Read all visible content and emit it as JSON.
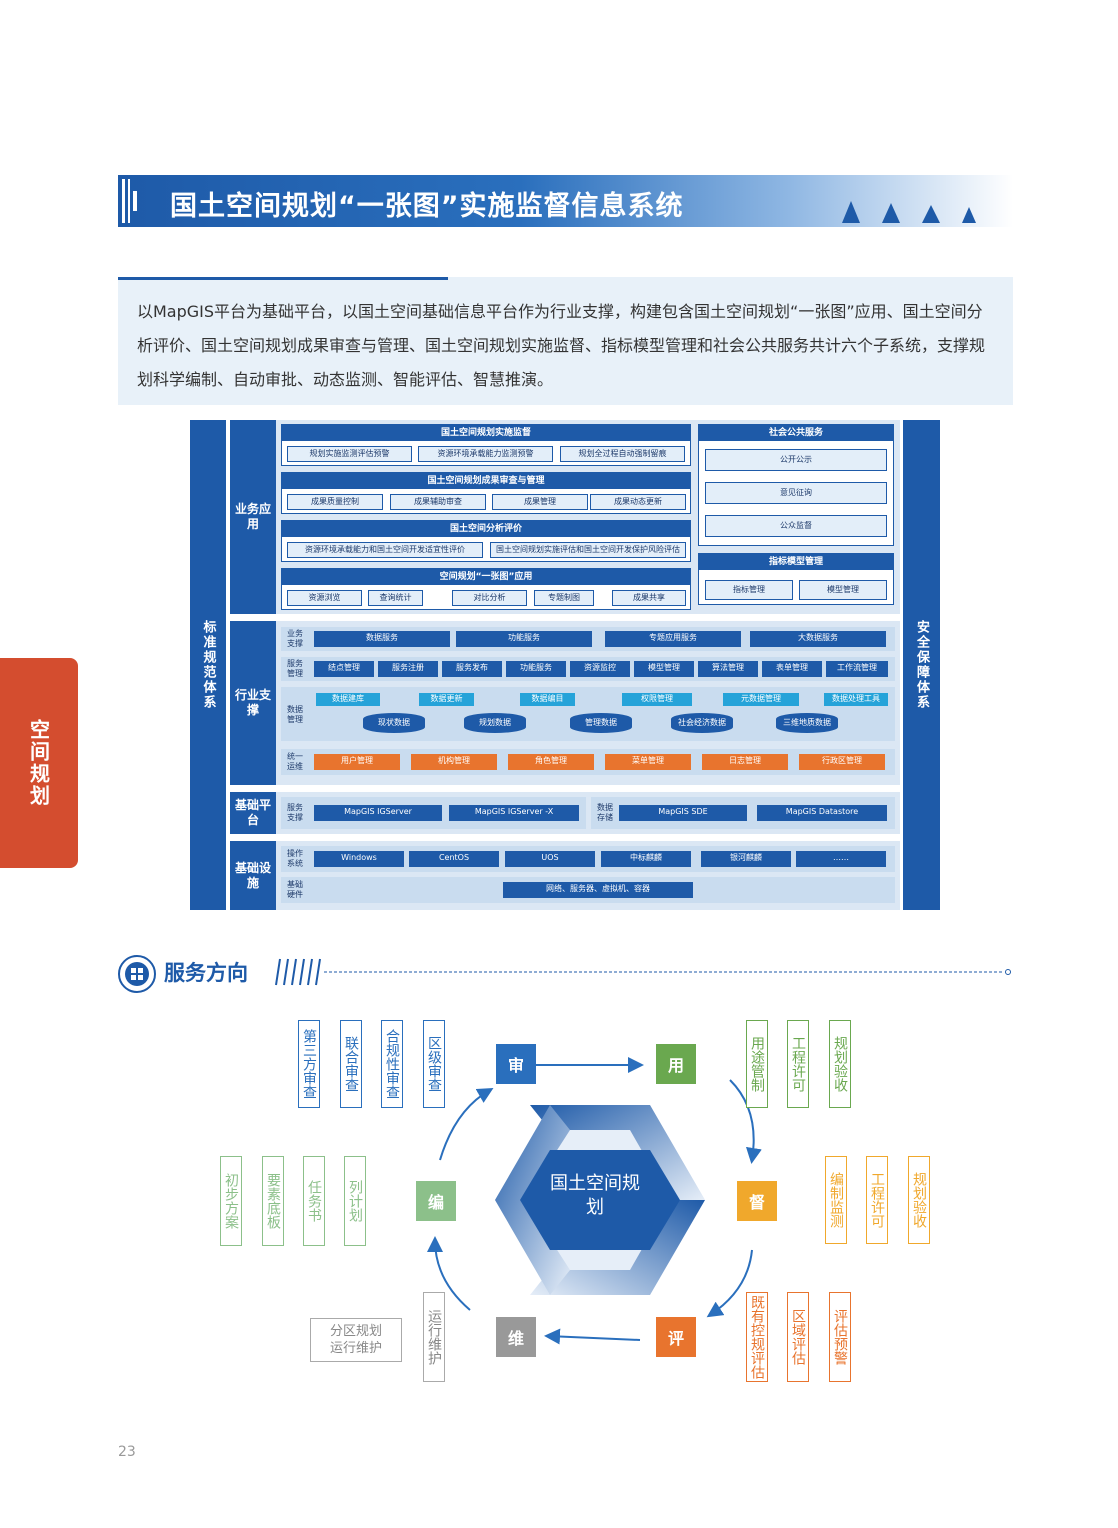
{
  "header": {
    "title": "国土空间规划“一张图”实施监督信息系统"
  },
  "intro": {
    "text": "以MapGIS平台为基础平台，以国土空间基础信息平台作为行业支撑，构建包含国土空间规划“一张图”应用、国土空间分析评价、国土空间规划成果审查与管理、国土空间规划实施监督、指标模型管理和社会公共服务共计六个子系统，支撑规划科学编制、自动审批、动态监测、智能评估、智慧推演。"
  },
  "arch": {
    "left_col": "标准规范体系",
    "right_col": "安全保障体系",
    "layers": {
      "business": "业务应用",
      "industry": "行业支撑",
      "base_platform": "基础平台",
      "infra": "基础设施"
    },
    "biz_groups": [
      {
        "title": "国土空间规划实施监督",
        "items": [
          "规划实施监测评估预警",
          "资源环境承载能力监测预警",
          "规划全过程自动强制留痕"
        ]
      },
      {
        "title": "国土空间规划成果审查与管理",
        "items": [
          "成果质量控制",
          "成果辅助审查",
          "成果管理",
          "成果动态更新"
        ]
      },
      {
        "title": "国土空间分析评价",
        "items": [
          "资源环境承载能力和国土空间开发适宜性评价",
          "国土空间规划实施评估和国土空间开发保护风险评估"
        ]
      },
      {
        "title": "空间规划“一张图”应用",
        "items": [
          "资源浏览",
          "查询统计",
          "对比分析",
          "专题制图",
          "成果共享"
        ]
      }
    ],
    "public_service": {
      "title": "社会公共服务",
      "items": [
        "公开公示",
        "意见征询",
        "公众监督"
      ]
    },
    "index_model": {
      "title": "指标模型管理",
      "items": [
        "指标管理",
        "模型管理"
      ]
    },
    "industry_rows": [
      {
        "label": "业务支撑",
        "items": [
          "数据服务",
          "功能服务",
          "专题应用服务",
          "大数据服务"
        ]
      },
      {
        "label": "服务管理",
        "items": [
          "结点管理",
          "服务注册",
          "服务发布",
          "功能服务",
          "资源监控",
          "模型管理",
          "算法管理",
          "表单管理",
          "工作流管理"
        ]
      },
      {
        "label": "数据管理",
        "tools": [
          "数据建库",
          "数据更新",
          "数据编目",
          "权限管理",
          "元数据管理",
          "数据处理工具"
        ],
        "dbs": [
          "现状数据",
          "规划数据",
          "管理数据",
          "社会经济数据",
          "三维地质数据"
        ]
      },
      {
        "label": "统一运维",
        "items": [
          "用户管理",
          "机构管理",
          "角色管理",
          "菜单管理",
          "日志管理",
          "行政区管理"
        ]
      }
    ],
    "platform": {
      "svc_label": "服务支撑",
      "svc": [
        "MapGIS IGServer",
        "MapGIS IGServer -X"
      ],
      "store_label": "数据存储",
      "store": [
        "MapGIS SDE",
        "MapGIS Datastore"
      ]
    },
    "infra": {
      "os_label": "操作系统",
      "os": [
        "Windows",
        "CentOS",
        "UOS",
        "中标麒麟",
        "银河麒麟",
        "……"
      ],
      "hw_label": "基础硬件",
      "hw": "网络、服务器、虚拟机、容器"
    }
  },
  "side_tab": "空间规划",
  "service": {
    "title": "服务方向",
    "center": "国土空间规划",
    "nodes": {
      "shen": {
        "label": "审",
        "color": "#2a6fbd",
        "boxes": [
          "区级审查",
          "合规性审查",
          "联合审查",
          "第三方审查"
        ]
      },
      "yong": {
        "label": "用",
        "color": "#6aa84f",
        "boxes": [
          "用途管制",
          "工程许可",
          "规划验收"
        ]
      },
      "du": {
        "label": "督",
        "color": "#f0a82c",
        "boxes": [
          "编制监测",
          "工程许可",
          "规划验收"
        ]
      },
      "ping": {
        "label": "评",
        "color": "#e8742e",
        "boxes": [
          "既有控规评估",
          "区域评估",
          "评估预警"
        ]
      },
      "wei": {
        "label": "维",
        "color": "#999999",
        "boxes": [
          "运行维护",
          "分区规划运行维护"
        ]
      },
      "bian": {
        "label": "编",
        "color": "#8cc08a",
        "boxes": [
          "列计划",
          "任务书",
          "要素底板",
          "初步方案"
        ]
      }
    }
  },
  "page_number": "23"
}
